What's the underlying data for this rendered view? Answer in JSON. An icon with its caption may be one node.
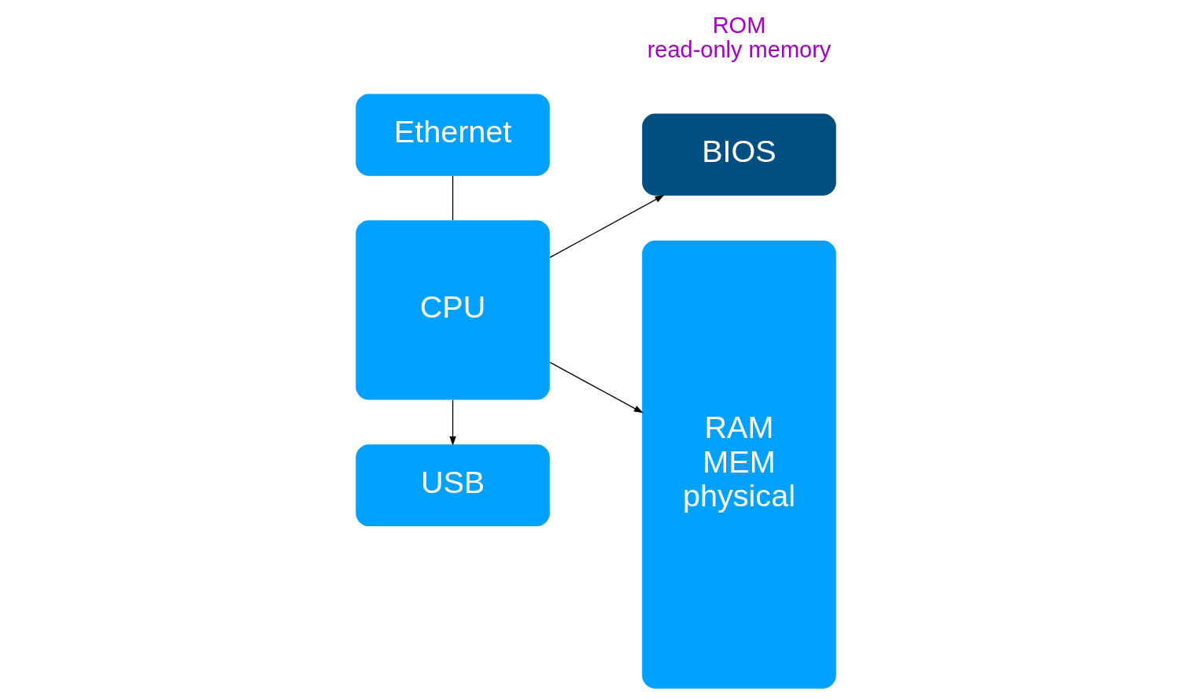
{
  "diagram": {
    "nodes": [
      {
        "text": [
          "Ethernet"
        ]
      },
      {
        "text": [
          "USB"
        ]
      },
      {
        "text": [
          "BIOS"
        ],
        "beside": [
          "ROM",
          "read-only memory"
        ]
      },
      {
        "text": [
          "CPU"
        ]
      },
      {
        "text": [
          "RAM",
          "MEM",
          "physical"
        ]
      }
    ],
    "edges": [
      {
        "from": 3,
        "to": 0,
        "arrow": "none"
      },
      {
        "from": 3,
        "to": 1,
        "arrow": "to"
      },
      {
        "from": 3,
        "to": 2,
        "arrow": "to"
      },
      {
        "from": 3,
        "to": 4,
        "arrow": "to"
      }
    ]
  }
}
